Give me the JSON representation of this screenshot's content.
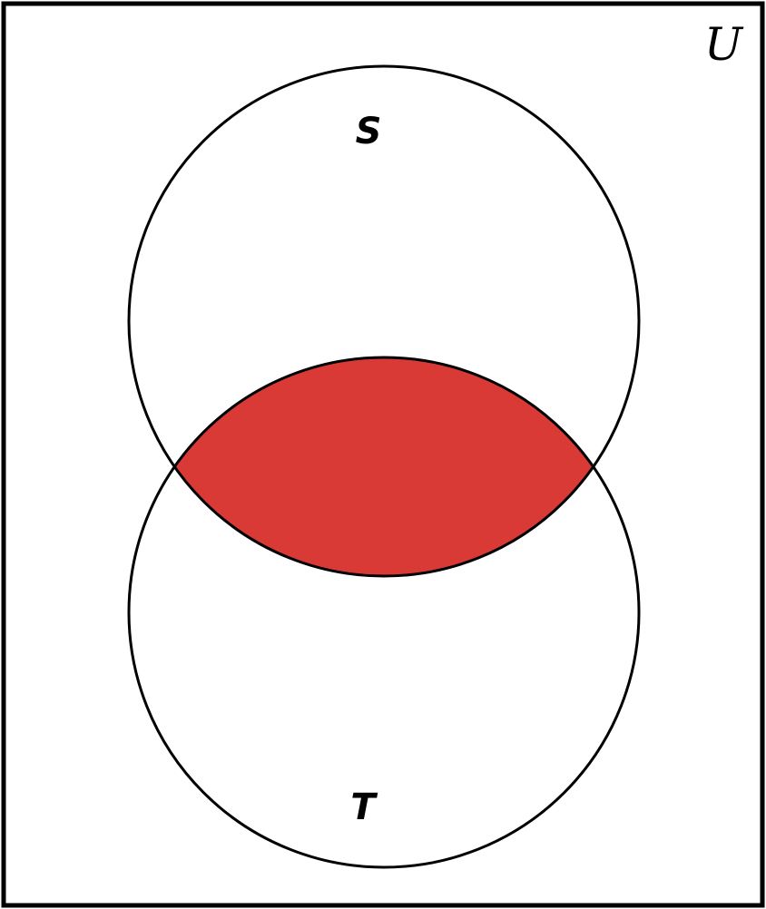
{
  "diagram": {
    "universe_label": "U",
    "sets": [
      {
        "id": "S",
        "label": "S"
      },
      {
        "id": "T",
        "label": "T"
      }
    ],
    "shaded_region": "S ∩ T",
    "colors": {
      "shade": "#d93a36",
      "stroke": "#000000",
      "background": "#ffffff"
    }
  }
}
